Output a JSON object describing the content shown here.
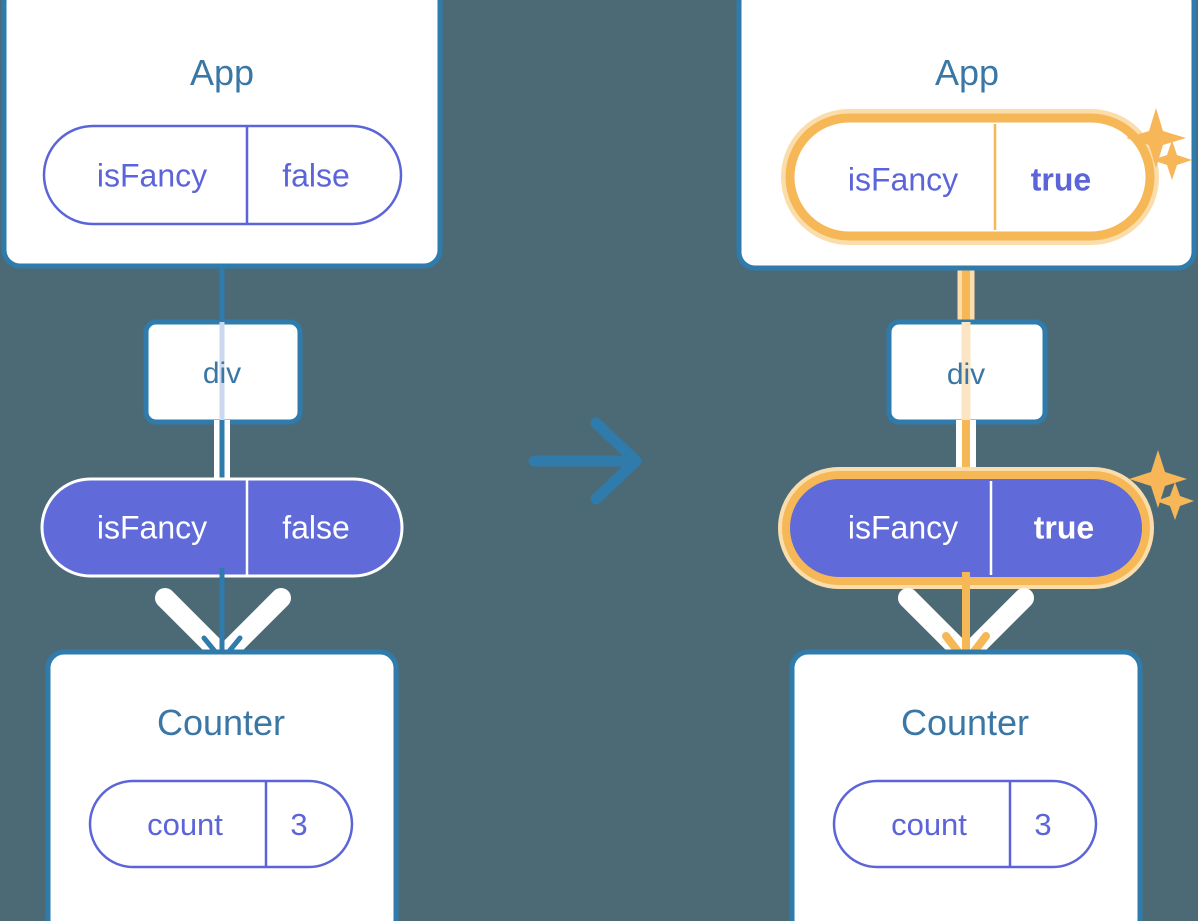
{
  "diagram": {
    "kind": "react-state-propagation",
    "transition_icon": "arrow-right-icon",
    "colors": {
      "background": "#4c6a75",
      "box_border": "#2f7bab",
      "box_fill": "#ffffff",
      "title_text": "#3a77a5",
      "pill_stroke": "#5b64d8",
      "pill_text": "#5b64d8",
      "pill_active_fill": "#606ad8",
      "pill_active_text": "#ffffff",
      "highlight": "#f6b857",
      "highlight_halo": "#fbddab",
      "highlight_faded": "#fbe5c4",
      "edge_blue": "#2f7bab",
      "edge_faded": "#ccd8ef",
      "edge_white": "#ffffff",
      "sparkle": "#f7b759"
    }
  },
  "panels": [
    {
      "id": "before",
      "name": "before-state",
      "app": {
        "title": "App",
        "pill": {
          "key": "isFancy",
          "value": "false",
          "style": "outline",
          "highlighted": false
        }
      },
      "div": {
        "label": "div",
        "edge_style": "faded-blue"
      },
      "prop_pill": {
        "key": "isFancy",
        "value": "false",
        "style": "filled",
        "highlighted": false
      },
      "counter": {
        "title": "Counter",
        "pill": {
          "key": "count",
          "value": "3",
          "style": "outline",
          "highlighted": false
        }
      },
      "sparkles": []
    },
    {
      "id": "after",
      "name": "after-state",
      "app": {
        "title": "App",
        "pill": {
          "key": "isFancy",
          "value": "true",
          "style": "outline",
          "highlighted": true,
          "value_bold": true
        }
      },
      "div": {
        "label": "div",
        "edge_style": "faded-orange"
      },
      "prop_pill": {
        "key": "isFancy",
        "value": "true",
        "style": "filled",
        "highlighted": true,
        "value_bold": true
      },
      "counter": {
        "title": "Counter",
        "pill": {
          "key": "count",
          "value": "3",
          "style": "outline",
          "highlighted": false
        }
      },
      "sparkles": [
        "sparkle-large",
        "sparkle-small",
        "sparkle-large",
        "sparkle-small"
      ]
    }
  ]
}
